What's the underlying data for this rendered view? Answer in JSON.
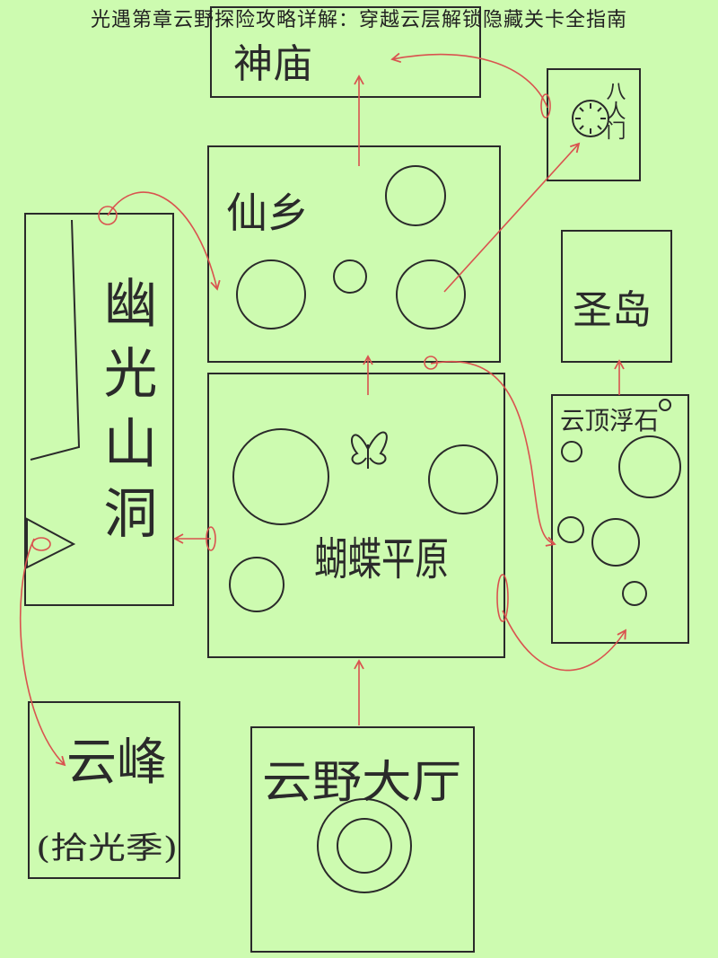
{
  "title": "光遇第章云野探险攻略详解：穿越云层解锁隐藏关卡全指南",
  "colors": {
    "background": "#cdfbb0",
    "ink": "#2a2a2a",
    "arrow": "#d9534f"
  },
  "areas": {
    "temple": "神庙",
    "eight_person_room": "八人门",
    "fairy_ring": "仙乡",
    "holy_island": "圣岛",
    "dark_cave": "幽光山洞",
    "butterfly_plains": "蝴蝶平原",
    "cloud_top_rocks": "云顶浮石",
    "cloud_peak": "云峰",
    "cloud_peak_note": "(拾光季)",
    "hall": "云野大厅"
  }
}
